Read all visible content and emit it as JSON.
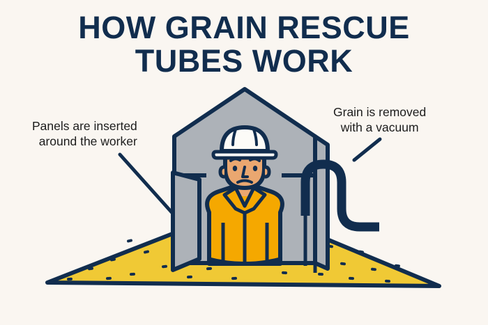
{
  "page": {
    "background_color": "#faf6f1",
    "navy": "#112d4e",
    "grey_panel": "#adb2b8",
    "grain_yellow": "#f0c935",
    "shirt_orange": "#f5a800",
    "skin": "#eaa770",
    "helmet_white": "#fcfbf7",
    "text_color": "#1c1c1c"
  },
  "title": {
    "line1": "HOW GRAIN RESCUE",
    "line2": "TUBES WORK"
  },
  "callouts": {
    "left": {
      "line1": "Panels are inserted",
      "line2": "around the worker"
    },
    "right": {
      "line1": "Grain is removed",
      "line2": "with a vacuum"
    }
  },
  "illustration": {
    "grain_pile_label": "grain-pile",
    "rescue_tube_label": "rescue-tube-panels",
    "worker_label": "trapped-worker",
    "vacuum_hose_label": "vacuum-hose",
    "hard_hat_label": "hard-hat"
  }
}
